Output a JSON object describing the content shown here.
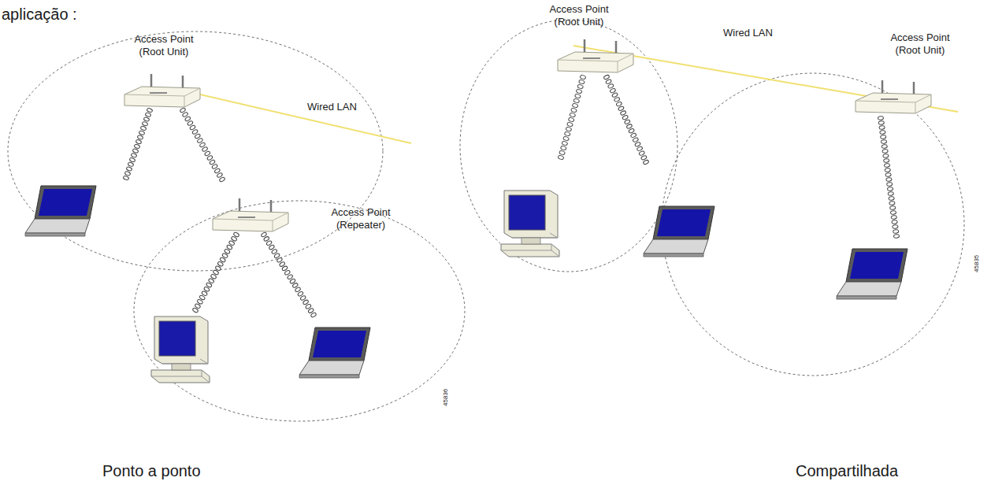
{
  "diagram": {
    "labels": [
      "aplicação :",
      "Access Point (Root Unit)",
      "Wired LAN",
      "Access Point (Repeater)",
      "45836",
      "Ponto a ponto",
      "Access Point (Root Unit)",
      "Wired LAN",
      "Access Point (Root Unit)",
      "45835",
      "Compartilhada"
    ]
  }
}
